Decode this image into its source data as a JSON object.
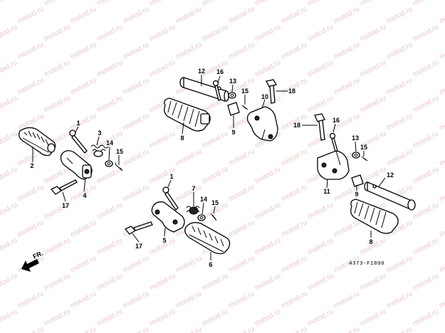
{
  "watermark": "motod.ru",
  "direction_label": "FR.",
  "diagram_code": "4373-F1800",
  "callouts": [
    {
      "id": "c1a",
      "text": "1"
    },
    {
      "id": "c2",
      "text": "2"
    },
    {
      "id": "c3",
      "text": "3"
    },
    {
      "id": "c4",
      "text": "4"
    },
    {
      "id": "c14a",
      "text": "14"
    },
    {
      "id": "c15a",
      "text": "15"
    },
    {
      "id": "c17a",
      "text": "17"
    },
    {
      "id": "c12a",
      "text": "12"
    },
    {
      "id": "c16a",
      "text": "16"
    },
    {
      "id": "c13a",
      "text": "13"
    },
    {
      "id": "c15b",
      "text": "15"
    },
    {
      "id": "c10",
      "text": "10"
    },
    {
      "id": "c18a",
      "text": "18"
    },
    {
      "id": "c8a",
      "text": "8"
    },
    {
      "id": "c9a",
      "text": "9"
    },
    {
      "id": "c1b",
      "text": "1"
    },
    {
      "id": "c7",
      "text": "7"
    },
    {
      "id": "c14b",
      "text": "14"
    },
    {
      "id": "c15c",
      "text": "15"
    },
    {
      "id": "c17b",
      "text": "17"
    },
    {
      "id": "c5",
      "text": "5"
    },
    {
      "id": "c6",
      "text": "6"
    },
    {
      "id": "c18b",
      "text": "18"
    },
    {
      "id": "c16b",
      "text": "16"
    },
    {
      "id": "c13b",
      "text": "13"
    },
    {
      "id": "c15d",
      "text": "15"
    },
    {
      "id": "c11",
      "text": "11"
    },
    {
      "id": "c12b",
      "text": "12"
    },
    {
      "id": "c9b",
      "text": "9"
    },
    {
      "id": "c8b",
      "text": "8"
    }
  ]
}
